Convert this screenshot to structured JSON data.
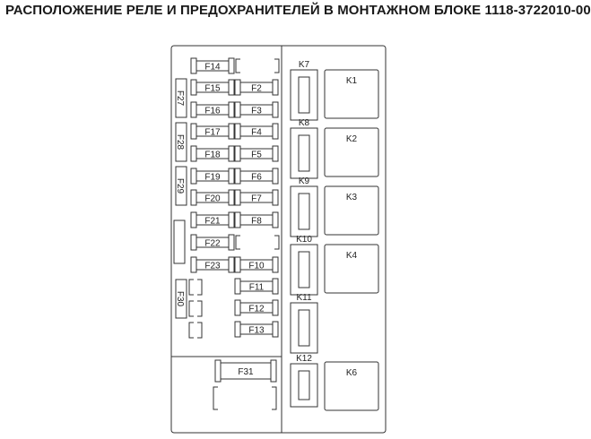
{
  "title": "РАСПОЛОЖЕНИЕ РЕЛЕ И ПРЕДОХРАНИТЕЛЕЙ В МОНТАЖНОМ БЛОКЕ 1118-3722010-00",
  "fuses_left": [
    "F14",
    "F15",
    "F16",
    "F17",
    "F18",
    "F19",
    "F20",
    "F21",
    "F22",
    "F23"
  ],
  "fuses_right": [
    "F2",
    "F3",
    "F4",
    "F5",
    "F6",
    "F7",
    "F8",
    "F10",
    "F11",
    "F12",
    "F13"
  ],
  "fuses_vertical": [
    "F27",
    "F28",
    "F29",
    "F30"
  ],
  "fuse_large": "F31",
  "relays_small": [
    "K7",
    "K8",
    "K9",
    "K10",
    "K11",
    "K12"
  ],
  "relays_large": [
    "K1",
    "K2",
    "K3",
    "K4",
    "K6"
  ],
  "colors": {
    "line": "#333333",
    "background": "#ffffff"
  }
}
